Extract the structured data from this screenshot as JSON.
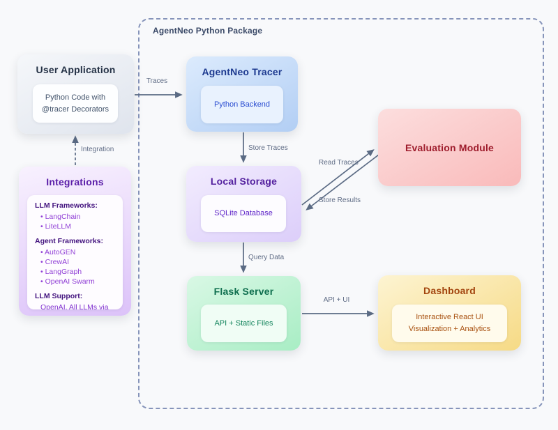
{
  "package": {
    "label": "AgentNeo Python Package"
  },
  "nodes": {
    "user_application": {
      "title": "User Application",
      "body_lines": [
        "Python Code with",
        "@tracer Decorators"
      ],
      "accent_color": "#253246"
    },
    "agentneo_tracer": {
      "title": "AgentNeo Tracer",
      "body": "Python Backend",
      "accent_color": "#1c398f"
    },
    "integrations": {
      "title": "Integrations",
      "accent_color": "#5a1da8",
      "sections": [
        {
          "heading": "LLM Frameworks:",
          "items": [
            "LangChain",
            "LiteLLM"
          ]
        },
        {
          "heading": "Agent Frameworks:",
          "items": [
            "AutoGEN",
            "CrewAI",
            "LangGraph",
            "OpenAI Swarm"
          ]
        },
        {
          "heading": "LLM Support:",
          "note": "OpenAI, All LLMs via LiteLLM"
        }
      ]
    },
    "local_storage": {
      "title": "Local Storage",
      "body": "SQLite Database",
      "accent_color": "#53209e"
    },
    "evaluation_module": {
      "title": "Evaluation Module",
      "accent_color": "#9e1c2c"
    },
    "flask_server": {
      "title": "Flask Server",
      "body": "API + Static Files",
      "accent_color": "#0e6e4e"
    },
    "dashboard": {
      "title": "Dashboard",
      "body_lines": [
        "Interactive React UI",
        "Visualization + Analytics"
      ],
      "accent_color": "#a2440e"
    }
  },
  "edges": {
    "traces": {
      "label": "Traces"
    },
    "integration": {
      "label": "Integration"
    },
    "store_traces": {
      "label": "Store Traces"
    },
    "read_traces": {
      "label": "Read Traces"
    },
    "store_results": {
      "label": "Store Results"
    },
    "query_data": {
      "label": "Query Data"
    },
    "api_ui": {
      "label": "API + UI"
    }
  },
  "colors": {
    "background": "#f8f9fb",
    "boundary_dash": "#8694ba",
    "arrow": "#5b6b84",
    "node_user": "#e8ecf2",
    "node_tracer": "#bdd6f6",
    "node_integrations": "#e3cdfa",
    "node_storage": "#e4d9fb",
    "node_evaluation": "#fac6c6",
    "node_flask": "#b9f0cf",
    "node_dashboard": "#f9e1a0"
  }
}
